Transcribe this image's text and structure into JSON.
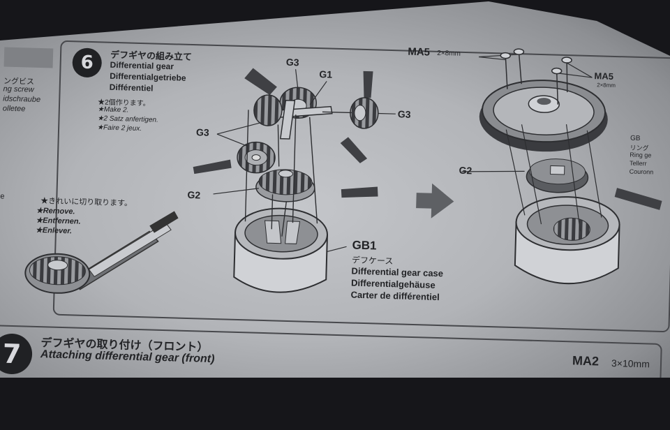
{
  "left_panel": {
    "partial_lines": [
      "ングビス",
      "ng screw",
      "idschraube",
      "olletee"
    ],
    "partial_e": "e"
  },
  "step6": {
    "number": "6",
    "title_jp": "デフギヤの組み立て",
    "title_en": "Differential gear",
    "title_de": "Differentialgetriebe",
    "title_fr": "Différentiel",
    "note_jp": "★2個作ります。",
    "note_en": "★Make 2.",
    "note_de": "★2 Satz anfertigen.",
    "note_fr": "★Faire 2 jeux.",
    "remove_jp": "★きれいに切り取ります。",
    "remove_en": "★Remove.",
    "remove_de": "★Entfernen.",
    "remove_fr": "★Enlever.",
    "labels": {
      "g3_top": "G3",
      "g1": "G1",
      "g3_right": "G3",
      "g3_left": "G3",
      "g2": "G2"
    },
    "case": {
      "code": "GB1",
      "jp": "デフケース",
      "en": "Differential gear case",
      "de": "Differentialgehäuse",
      "fr": "Carter de différentiel"
    },
    "right": {
      "ma5_top": "MA5",
      "ma5_top_size": "2×8mm",
      "ma5_right": "MA5",
      "ma5_right_size": "2×8mm",
      "g2": "G2",
      "gb_side": [
        "GB",
        "リング",
        "Ring ge",
        "Tellerr",
        "Couronn"
      ]
    }
  },
  "step7": {
    "number": "7",
    "title_jp": "デフギヤの取り付け（フロント）",
    "title_en": "Attaching differential gear (front)",
    "ma2": "MA2",
    "ma2_size": "3×10mm"
  }
}
